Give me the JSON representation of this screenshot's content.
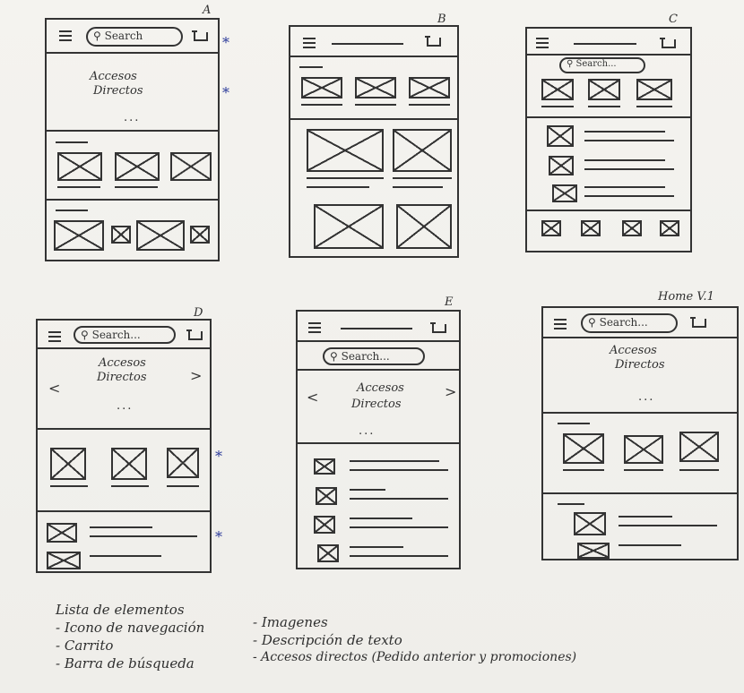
{
  "labels": {
    "a": "A",
    "b": "B",
    "c": "C",
    "d": "D",
    "e": "E",
    "home": "Home V.1"
  },
  "search": {
    "a": "Search",
    "c": "Search...",
    "d": "Search...",
    "e": "Search...",
    "home": "Search..."
  },
  "shortcuts": {
    "a1": "Accesos",
    "a2": "Directos",
    "d1": "Accesos",
    "d2": "Directos",
    "e1": "Accesos",
    "e2": "Directos",
    "h1": "Accesos",
    "h2": "Directos"
  },
  "marks": {
    "dots": "...",
    "prev": "<",
    "next": ">",
    "star": "*"
  },
  "notes": {
    "col1": [
      "Lista de elementos",
      "- Icono de navegación",
      "- Carrito",
      "- Barra de búsqueda"
    ],
    "col2": [
      "- Imagenes",
      "- Descripción de texto",
      "- Accesos directos (Pedido anterior y promociones)"
    ]
  },
  "colors": {
    "ink": "#333333",
    "star": "#2b3a9a",
    "paper": "#f3f2ee"
  },
  "icons": [
    "hamburger-menu-icon",
    "cart-icon",
    "search-icon",
    "image-placeholder-icon"
  ]
}
